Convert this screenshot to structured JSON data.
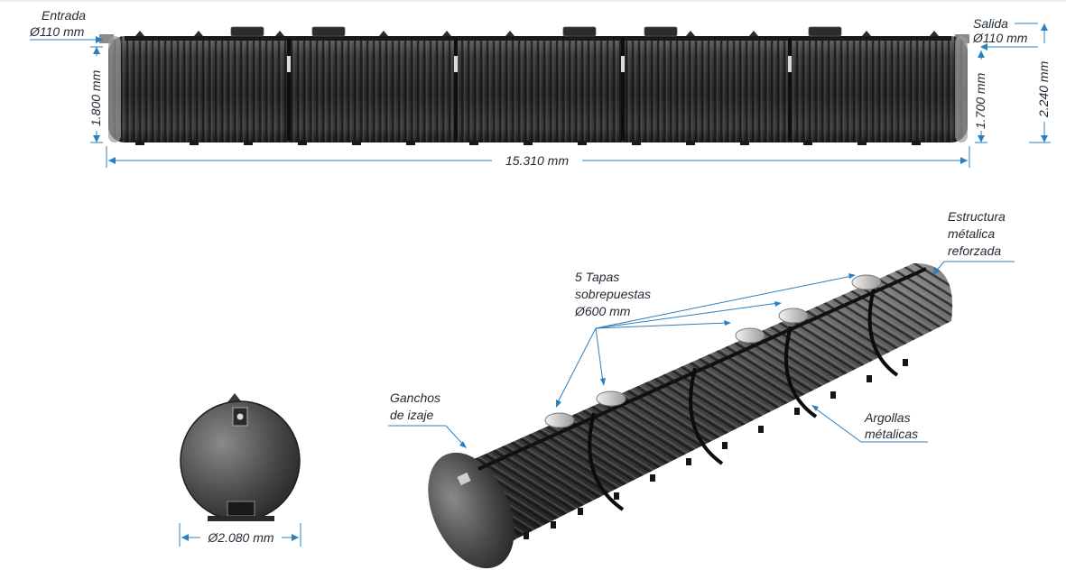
{
  "labels": {
    "inlet_title": "Entrada",
    "inlet_diameter": "Ø110 mm",
    "outlet_title": "Salida",
    "outlet_diameter": "Ø110 mm",
    "length": "15.310 mm",
    "height_left": "1.800 mm",
    "height_right": "1.700 mm",
    "height_total": "2.240 mm",
    "end_diameter": "Ø2.080 mm",
    "structure_line1": "Estructura",
    "structure_line2": "métalica",
    "structure_line3": "reforzada",
    "covers_line1": "5 Tapas",
    "covers_line2": "sobrepuestas",
    "covers_line3": "Ø600 mm",
    "hooks_line1": "Ganchos",
    "hooks_line2": "de izaje",
    "rings_line1": "Argollas",
    "rings_line2": "métalicas"
  },
  "colors": {
    "dimension_line": "#2a7fc1",
    "tank_body": "#3a3a3a",
    "label_text": "#1f2933"
  }
}
